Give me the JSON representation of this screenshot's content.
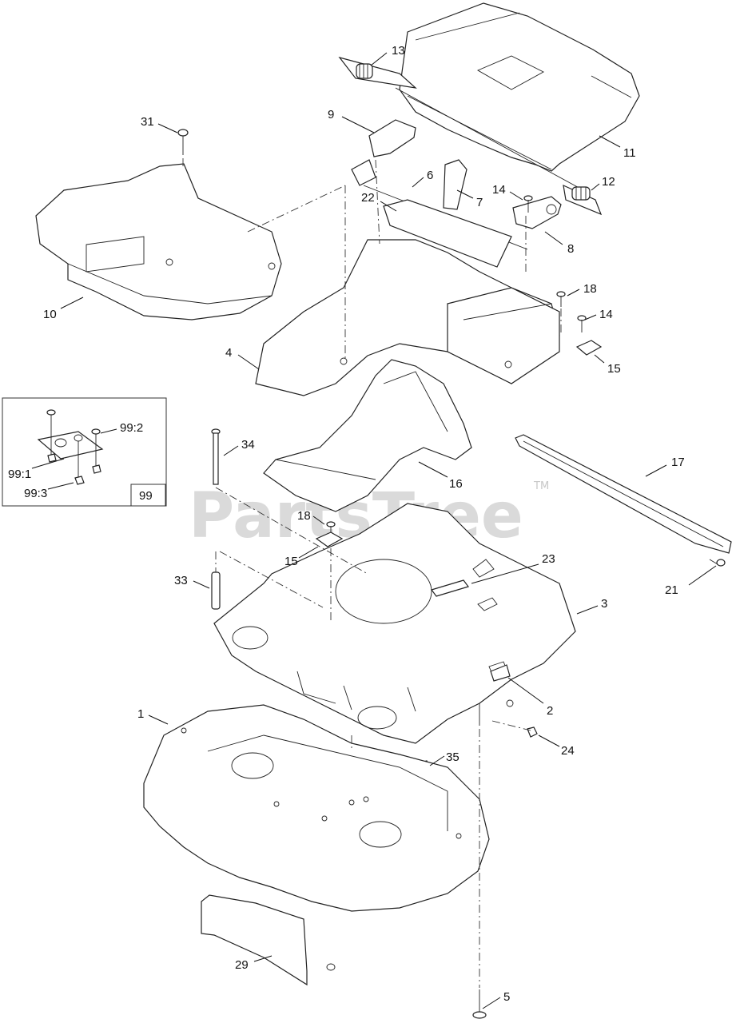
{
  "watermark": {
    "text": "PartsTree",
    "trademark": "TM"
  },
  "inset": {
    "label": "99"
  },
  "callouts": [
    {
      "id": "c13",
      "text": "13"
    },
    {
      "id": "c9",
      "text": "9"
    },
    {
      "id": "c11",
      "text": "11"
    },
    {
      "id": "c31",
      "text": "31"
    },
    {
      "id": "c6",
      "text": "6"
    },
    {
      "id": "c7",
      "text": "7"
    },
    {
      "id": "c14a",
      "text": "14"
    },
    {
      "id": "c12",
      "text": "12"
    },
    {
      "id": "c22",
      "text": "22"
    },
    {
      "id": "c8",
      "text": "8"
    },
    {
      "id": "c10",
      "text": "10"
    },
    {
      "id": "c18a",
      "text": "18"
    },
    {
      "id": "c14b",
      "text": "14"
    },
    {
      "id": "c4",
      "text": "4"
    },
    {
      "id": "c15a",
      "text": "15"
    },
    {
      "id": "c99_2",
      "text": "99:2"
    },
    {
      "id": "c34",
      "text": "34"
    },
    {
      "id": "c17",
      "text": "17"
    },
    {
      "id": "c99_1",
      "text": "99:1"
    },
    {
      "id": "c99_3",
      "text": "99:3"
    },
    {
      "id": "c16",
      "text": "16"
    },
    {
      "id": "c18b",
      "text": "18"
    },
    {
      "id": "c15b",
      "text": "15"
    },
    {
      "id": "c23",
      "text": "23"
    },
    {
      "id": "c33",
      "text": "33"
    },
    {
      "id": "c21",
      "text": "21"
    },
    {
      "id": "c3",
      "text": "3"
    },
    {
      "id": "c2",
      "text": "2"
    },
    {
      "id": "c1",
      "text": "1"
    },
    {
      "id": "c24",
      "text": "24"
    },
    {
      "id": "c35",
      "text": "35"
    },
    {
      "id": "c29",
      "text": "29"
    },
    {
      "id": "c5",
      "text": "5"
    }
  ]
}
